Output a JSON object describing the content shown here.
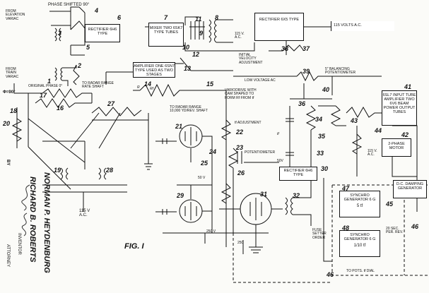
{
  "labels": {
    "phase_shifted": "PHASE SHIFTED 90°",
    "from_elevation": "FROM\nELEVATION\nVARIAC",
    "from_train": "FROM\nTRAIN\nVARIAC",
    "original_phase": "ORIGINAL PHASE 0°",
    "phi_90": "Φ=90°",
    "to_radar_rate": "TO RADAR RANGE\nRATE SHAFT",
    "to_radar_10000": "TO RADAR RANGE\n10,000 YD/REV. SHAFT",
    "vario_drive": "VARIODRIVE WITH\nCAM SHAPED TO\nFORM Rf FROM tf",
    "tf_adjustment": "tf ADJUSTMENT",
    "potentiometer": "POTENTIOMETER",
    "v50_a": "50V",
    "v50_b": "50 V",
    "v250_a": "250 V",
    "v250_b": "250",
    "v115_ac_top": "115 V.\nA.C.",
    "v115_ac_left": "115 V\nA.C.",
    "v115_ac_right": "115 V.\nA.C.",
    "v115_volts": "115 VOLTS A.C.",
    "initial_velocity": "INITIAL\nVELOCITY\nADJUSTMENT",
    "low_voltage": "LOW VOLTAGE AC",
    "balancing_pot": "5\" BALANCING\nPOTENTIOMETER",
    "fuse_setter": "FUSE\nSETTER\nORDER",
    "sec_rev": "20 SEC.\nPER. REV.",
    "to_pots": "TO POTS. tf DIAL",
    "fig": "FIG. I",
    "tf_small": "tf",
    "rf_label": "Rf",
    "r_label": "R"
  },
  "boxes": {
    "rect_6h6": "RECTIFIER\n6H6 TYPE",
    "mixer": "MIXER\nTWO 6SK7\nTYPE TUBES",
    "rect_6x5": "RECTIFIER\n6X5 TYPE",
    "amplifier": "AMPLIFIER\nONE 6SN7 TYPE\nUSED AS TWO STAGES",
    "amp_6sl7": "6SL7 INPUT\nTUBE\nAMPLIFIER\nTWO 6V6\nBEAM POWER\nOUTPUT TUBES",
    "motor": "2-PHASE\nMOTOR",
    "rect_6h6_b": "RECTIFIER\n6H6 TYPE",
    "damping": "D.C.\nDAMPING\nGENERATOR",
    "synchro_47": "SYNCHRO\nGENERATOR\n6 G",
    "synchro_47_sub": "5 tf",
    "synchro_48": "SYNCHRO\nGENERATOR\n6 G",
    "synchro_48_sub": "1/10 tf"
  },
  "refs": [
    "1",
    "2",
    "3",
    "4",
    "5",
    "6",
    "7",
    "8",
    "9",
    "10",
    "11",
    "12",
    "13",
    "14",
    "15",
    "16",
    "17",
    "18",
    "19",
    "20",
    "21",
    "22",
    "23",
    "24",
    "25",
    "26",
    "27",
    "28",
    "29",
    "30",
    "31",
    "32",
    "33",
    "34",
    "35",
    "36",
    "37",
    "38",
    "39",
    "40",
    "41",
    "42",
    "43",
    "44",
    "45",
    "46",
    "47",
    "48"
  ],
  "inventors": {
    "name_1": "NORMAN P. HEYDENBURG",
    "name_2": "RICHARD B. ROBERTS",
    "role": "INVENTOR",
    "by": "BY",
    "attorney": "ATTORNEY"
  }
}
